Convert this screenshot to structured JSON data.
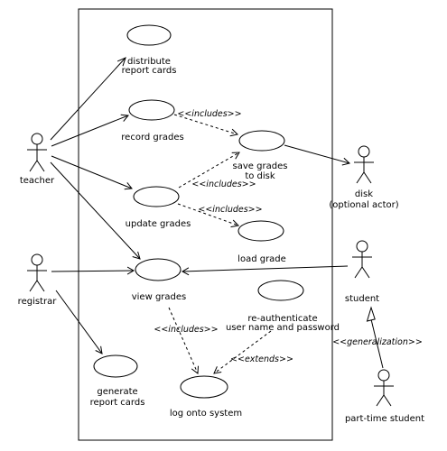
{
  "actors": {
    "teacher": "teacher",
    "registrar": "registrar",
    "disk_line1": "disk",
    "disk_line2": "(optional actor)",
    "student": "student",
    "part_time_student": "part-time student"
  },
  "use_cases": {
    "distribute_1": "distribute",
    "distribute_2": "report cards",
    "record_grades": "record grades",
    "save_grades_1": "save grades",
    "save_grades_2": "to disk",
    "update_grades": "update grades",
    "load_grade": "load grade",
    "view_grades": "view grades",
    "reauth_1": "re-authenticate",
    "reauth_2": "user name and password",
    "generate_1": "generate",
    "generate_2": "report cards",
    "log_onto": "log onto system"
  },
  "stereotypes": {
    "includes_1": "<<includes>>",
    "includes_2": "<<includes>>",
    "includes_3": "<<includes>>",
    "includes_4": "<<includes>>",
    "extends": "<<extends>>",
    "generalization": "<<generalization>>"
  }
}
